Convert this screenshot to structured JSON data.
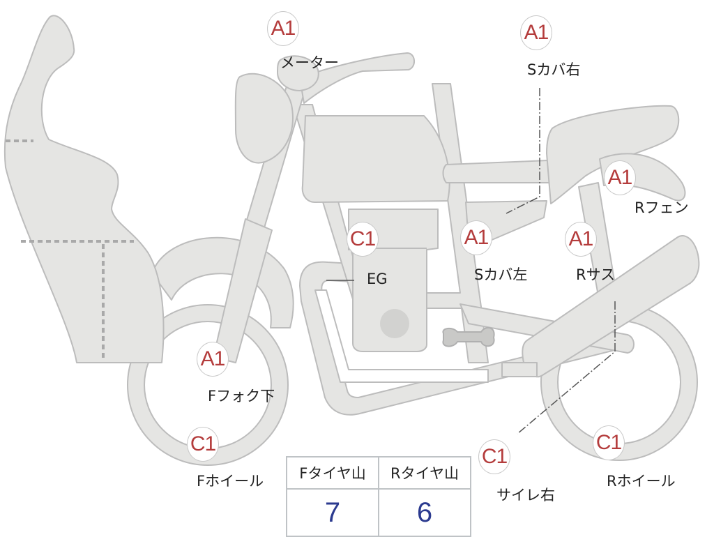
{
  "colors": {
    "fill": "#e5e5e3",
    "outline": "#bcbcbc",
    "dashed": "#a9a9a9",
    "badge_text": "#b43c3c",
    "value_text": "#2b3a8f",
    "leader": "#555555"
  },
  "markers": [
    {
      "code": "A1",
      "label": "メーター"
    },
    {
      "code": "A1",
      "label": "Sカバ右"
    },
    {
      "code": "A1",
      "label": "Rフェン"
    },
    {
      "code": "C1",
      "label": "EG"
    },
    {
      "code": "A1",
      "label": "Sカバ左"
    },
    {
      "code": "A1",
      "label": "Rサス"
    },
    {
      "code": "A1",
      "label": "Fフォク下"
    },
    {
      "code": "C1",
      "label": "Fホイール"
    },
    {
      "code": "C1",
      "label": "サイレ右"
    },
    {
      "code": "C1",
      "label": "Rホイール"
    }
  ],
  "tread_table": {
    "headers": [
      "Fタイヤ山",
      "Rタイヤ山"
    ],
    "values": [
      "7",
      "6"
    ]
  }
}
